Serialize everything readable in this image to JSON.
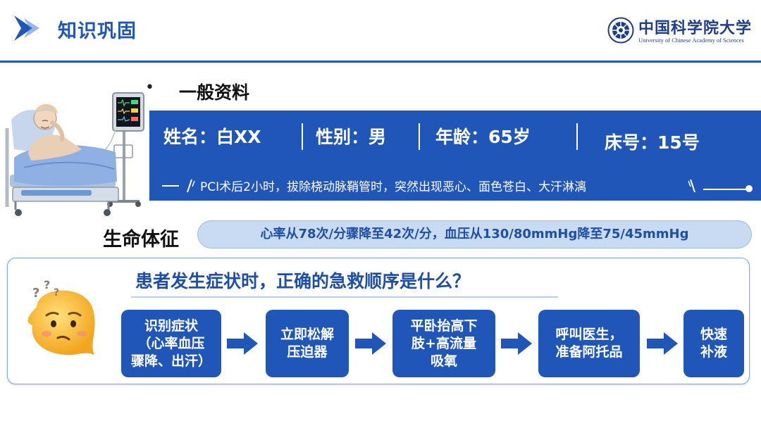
{
  "header": {
    "title": "知识巩固",
    "logo_cn": "中国科学院大学",
    "logo_en": "University of Chinese Academy of Sciences"
  },
  "general_info": {
    "bullet": "•",
    "title": "一般资料",
    "fields": [
      {
        "label": "姓名：白XX"
      },
      {
        "label": "性别：男"
      },
      {
        "label": "年龄：65岁"
      },
      {
        "label": "床号：15号"
      }
    ],
    "history": "PCI术后2小时，拔除桡动脉鞘管时，突然出现恶心、面色苍白、大汗淋漓"
  },
  "vitals": {
    "label": "生命体征",
    "text": "心率从78次/分骤降至42次/分，血压从130/80mmHg降至75/45mmHg"
  },
  "question": {
    "text": "患者发生症状时，正确的急救顺序是什么？",
    "steps": [
      "识别症状\n（心率血压\n骤降、出汗）",
      "立即松解\n压迫器",
      "平卧抬高下\n肢+高流量\n吸氧",
      "呼叫医生，\n准备阿托品",
      "快速\n补液"
    ]
  },
  "colors": {
    "primary": "#1f56b8",
    "vital_pill": "#c9daf3",
    "question_text": "#1e4fa6",
    "emoji_yellow": "#f7b733"
  },
  "icons": [
    "chevron-right-icon",
    "university-seal-icon",
    "patient-bed-illustration",
    "confused-emoji-icon",
    "arrow-right-icon"
  ]
}
